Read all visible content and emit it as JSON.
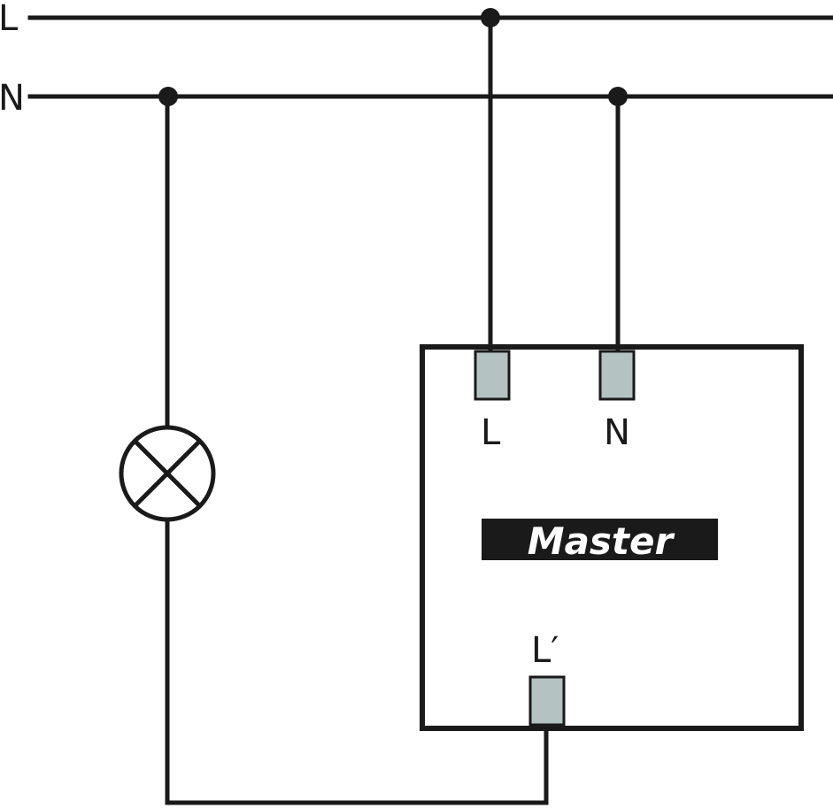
{
  "lines": {
    "line_label": "L",
    "neutral_label": "N"
  },
  "device": {
    "title": "Master",
    "terminal_l_label": "L",
    "terminal_n_label": "N",
    "terminal_lout_label": "L′"
  },
  "colors": {
    "wire": "#1a1a1a",
    "terminal_fill": "#b4c2c2",
    "title_bg": "#1a1a1a",
    "title_text": "#ffffff"
  }
}
